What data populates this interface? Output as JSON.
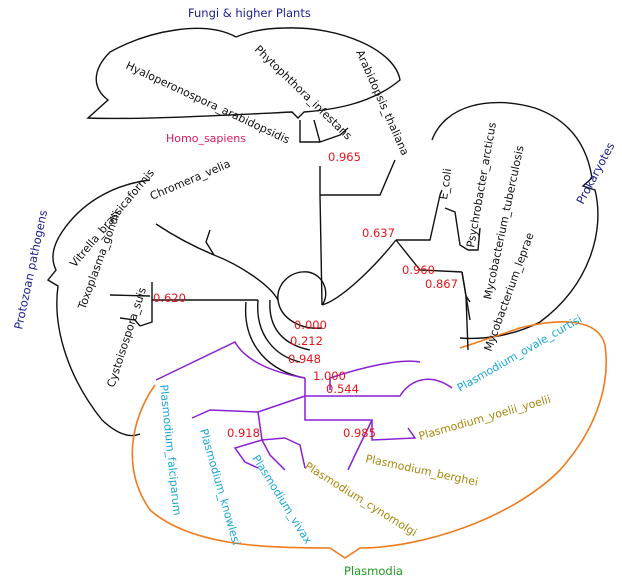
{
  "colors": {
    "group_label": "#1b1f8f",
    "taxon_default": "#111111",
    "taxon_human": "#e0175f",
    "taxon_plasmodium_human": "#1aa6d6",
    "taxon_plasmodium_rodent": "#a8870c",
    "support": "#e8141a",
    "branch": "#111111",
    "branch_plasmodium": "#8a1fd6",
    "brace_plasmodia": "#ef7b1d",
    "label_plasmodia": "#1f9a1f"
  },
  "groups": {
    "fungi_plants": "Fungi & higher Plants",
    "prokaryotes": "Prokaryotes",
    "protozoan_pathogens": "Protozoan pathogens",
    "plasmodia": "Plasmodia"
  },
  "taxa": {
    "hyaloperonospora": "Hyaloperonospora_arabidopsidis",
    "phytophthora": "Phytophthora_infestans",
    "arabidopsis": "Arabidopsis_thaliana",
    "homo_sapiens": "Homo_sapiens",
    "e_coli": "E_coli",
    "psychrobacter": "Psychrobacter_arcticus",
    "m_tuberculosis": "Mycobacterium_tuberculosis",
    "m_leprae": "Mycobacterium_leprae",
    "chromera": "Chromera_velia",
    "vitrella": "Vitrella_brassicaformis",
    "toxoplasma": "Toxoplasma_gondii",
    "cystoisospora": "Cystoisospora_suis",
    "p_ovale": "Plasmodium_ovale_curtisi",
    "p_yoelii": "Plasmodium_yoelii_yoelii",
    "p_berghei": "Plasmodium_berghei",
    "p_cynomolgi": "Plasmodium_cynomolgi",
    "p_vivax": "Plasmodium_vivax",
    "p_knowlesi": "Plasmodium_knowlesi",
    "p_falciparum": "Plasmodium_falciparum"
  },
  "support": {
    "s0965": "0.965",
    "s0637": "0.637",
    "s0960": "0.960",
    "s0867": "0.867",
    "s0620": "0.620",
    "s0000": "0.000",
    "s0212": "0.212",
    "s0948": "0.948",
    "s1000": "1.000",
    "s0544": "0.544",
    "s0918": "0.918",
    "s0985": "0.985"
  }
}
